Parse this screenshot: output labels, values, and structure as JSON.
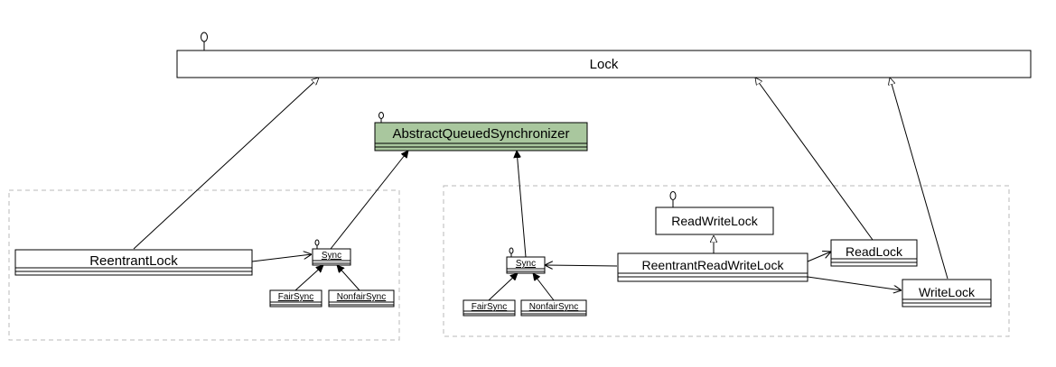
{
  "classes": {
    "lock": "Lock",
    "aqs": "AbstractQueuedSynchronizer",
    "reentrant_lock": "ReentrantLock",
    "sync_left": "Sync",
    "fair_sync_left": "FairSync",
    "nonfair_sync_left": "NonfairSync",
    "read_write_lock": "ReadWriteLock",
    "reentrant_read_write_lock": "ReentrantReadWriteLock",
    "read_lock": "ReadLock",
    "write_lock": "WriteLock",
    "sync_right": "Sync",
    "fair_sync_right": "FairSync",
    "nonfair_sync_right": "NonfairSync"
  },
  "colors": {
    "aqs_fill": "#a9c79e",
    "group_border": "#b8b8b8"
  }
}
